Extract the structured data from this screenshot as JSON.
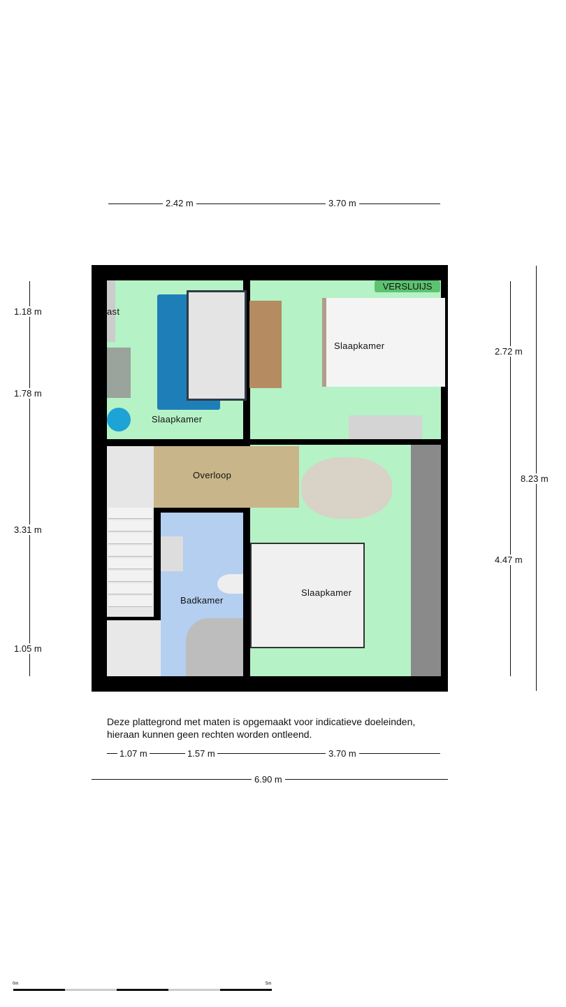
{
  "dimensions": {
    "top": [
      "2.42 m",
      "3.70 m"
    ],
    "left": [
      "1.18 m",
      "1.78 m",
      "3.31 m",
      "1.05 m"
    ],
    "right": [
      "2.72 m",
      "4.47 m",
      "8.23 m"
    ],
    "bottom": [
      "1.07 m",
      "1.57 m",
      "3.70 m"
    ],
    "total_width": "6.90 m"
  },
  "rooms": {
    "bedroom_top_left": "Slaapkamer",
    "bedroom_top_right": "Slaapkamer",
    "landing": "Overloop",
    "bathroom": "Badkamer",
    "bedroom_bottom_right": "Slaapkamer",
    "closet_partial": "ast"
  },
  "brand": "VERSLUIJS",
  "disclaimer": [
    "Deze plattegrond met maten is opgemaakt voor indicatieve doeleinden,",
    "hieraan kunnen geen rechten worden ontleend."
  ],
  "scale_bar": {
    "start": "0m",
    "end": "5m"
  }
}
